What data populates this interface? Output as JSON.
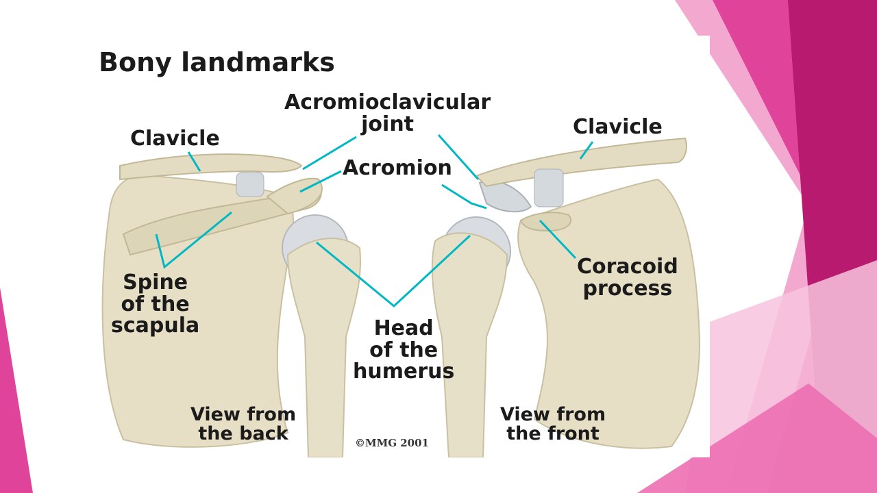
{
  "colors": {
    "accent_pink": "#e0449a",
    "deep_pink": "#b81a6f",
    "light_pink": "#f6bcd9",
    "bone": "#e8e2cb",
    "cartilage": "#dcdfe3",
    "leader_line": "#00b8c4"
  },
  "diagram": {
    "title": "Bony landmarks",
    "labels": {
      "clavicle_back": "Clavicle",
      "acromioclavicular_joint": "Acromioclavicular\njoint",
      "acromion": "Acromion",
      "clavicle_front": "Clavicle",
      "spine_of_scapula": "Spine\nof the\nscapula",
      "coracoid_process": "Coracoid\nprocess",
      "head_of_humerus": "Head\nof the\nhumerus",
      "view_back": "View from\nthe back",
      "view_front": "View from\nthe front"
    },
    "copyright": "©MMG 2001"
  }
}
